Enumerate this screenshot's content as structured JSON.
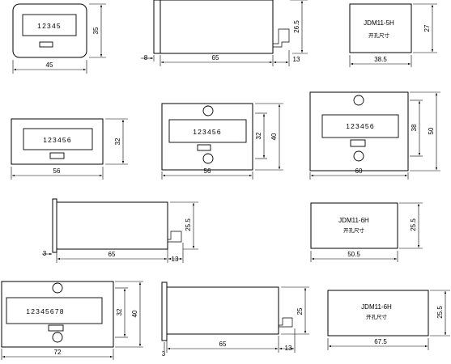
{
  "views": {
    "jdm5_front": {
      "display": "12345",
      "w": "45",
      "h": "35"
    },
    "jdm5_side": {
      "w": "65",
      "h": "26.5",
      "flange": "8",
      "tail": "13"
    },
    "jdm5_cut": {
      "model": "JDM11-5H",
      "label": "开孔尺寸",
      "w": "38.5",
      "h": "27"
    },
    "jdm6a_front": {
      "display": "123456",
      "w": "56",
      "h": "32"
    },
    "jdm6b_front": {
      "display": "123456",
      "w": "56",
      "h1": "32",
      "h2": "40"
    },
    "jdm6c_front": {
      "display": "123456",
      "w": "60",
      "h1": "38",
      "h2": "50"
    },
    "jdm6_side": {
      "w": "65",
      "h": "25.5",
      "flange": "3",
      "tail": "13"
    },
    "jdm6_cut": {
      "model": "JDM11-6H",
      "label": "开孔尺寸",
      "w": "50.5",
      "h": "25.5"
    },
    "jdm8_front": {
      "display": "12345678",
      "w": "72",
      "h1": "32",
      "h2": "40"
    },
    "jdm8_side": {
      "w": "65",
      "h": "25",
      "flange": "3",
      "tail": "13"
    },
    "jdm8_cut": {
      "model": "JDM11-6H",
      "label": "开孔尺寸",
      "w": "67.5",
      "h": "25.5"
    }
  }
}
